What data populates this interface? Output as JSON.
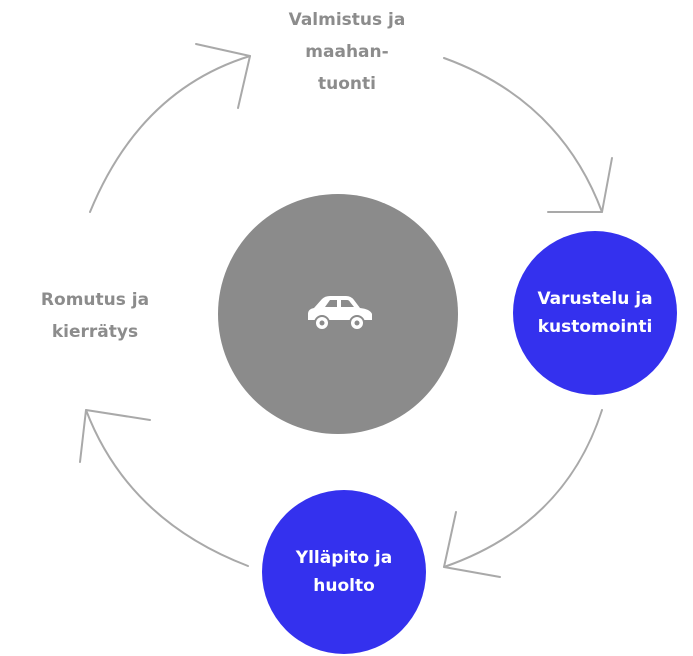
{
  "colors": {
    "accent": "#3431ee",
    "muted_text": "#8c8c8c",
    "center": "#8b8b8b",
    "arrow": "#a9a9a9",
    "icon": "#ffffff"
  },
  "center": {
    "icon": "car-icon"
  },
  "stages": {
    "manufacturing": {
      "lines": [
        "Valmistus ja",
        "maahan-",
        "tuonti"
      ],
      "highlighted": false
    },
    "equipping": {
      "lines": [
        "Varustelu ja",
        "kustomointi"
      ],
      "highlighted": true
    },
    "maintenance": {
      "lines": [
        "Ylläpito ja",
        "huolto"
      ],
      "highlighted": true
    },
    "scrapping": {
      "lines": [
        "Romutus ja",
        "kierrätys"
      ],
      "highlighted": false
    }
  }
}
